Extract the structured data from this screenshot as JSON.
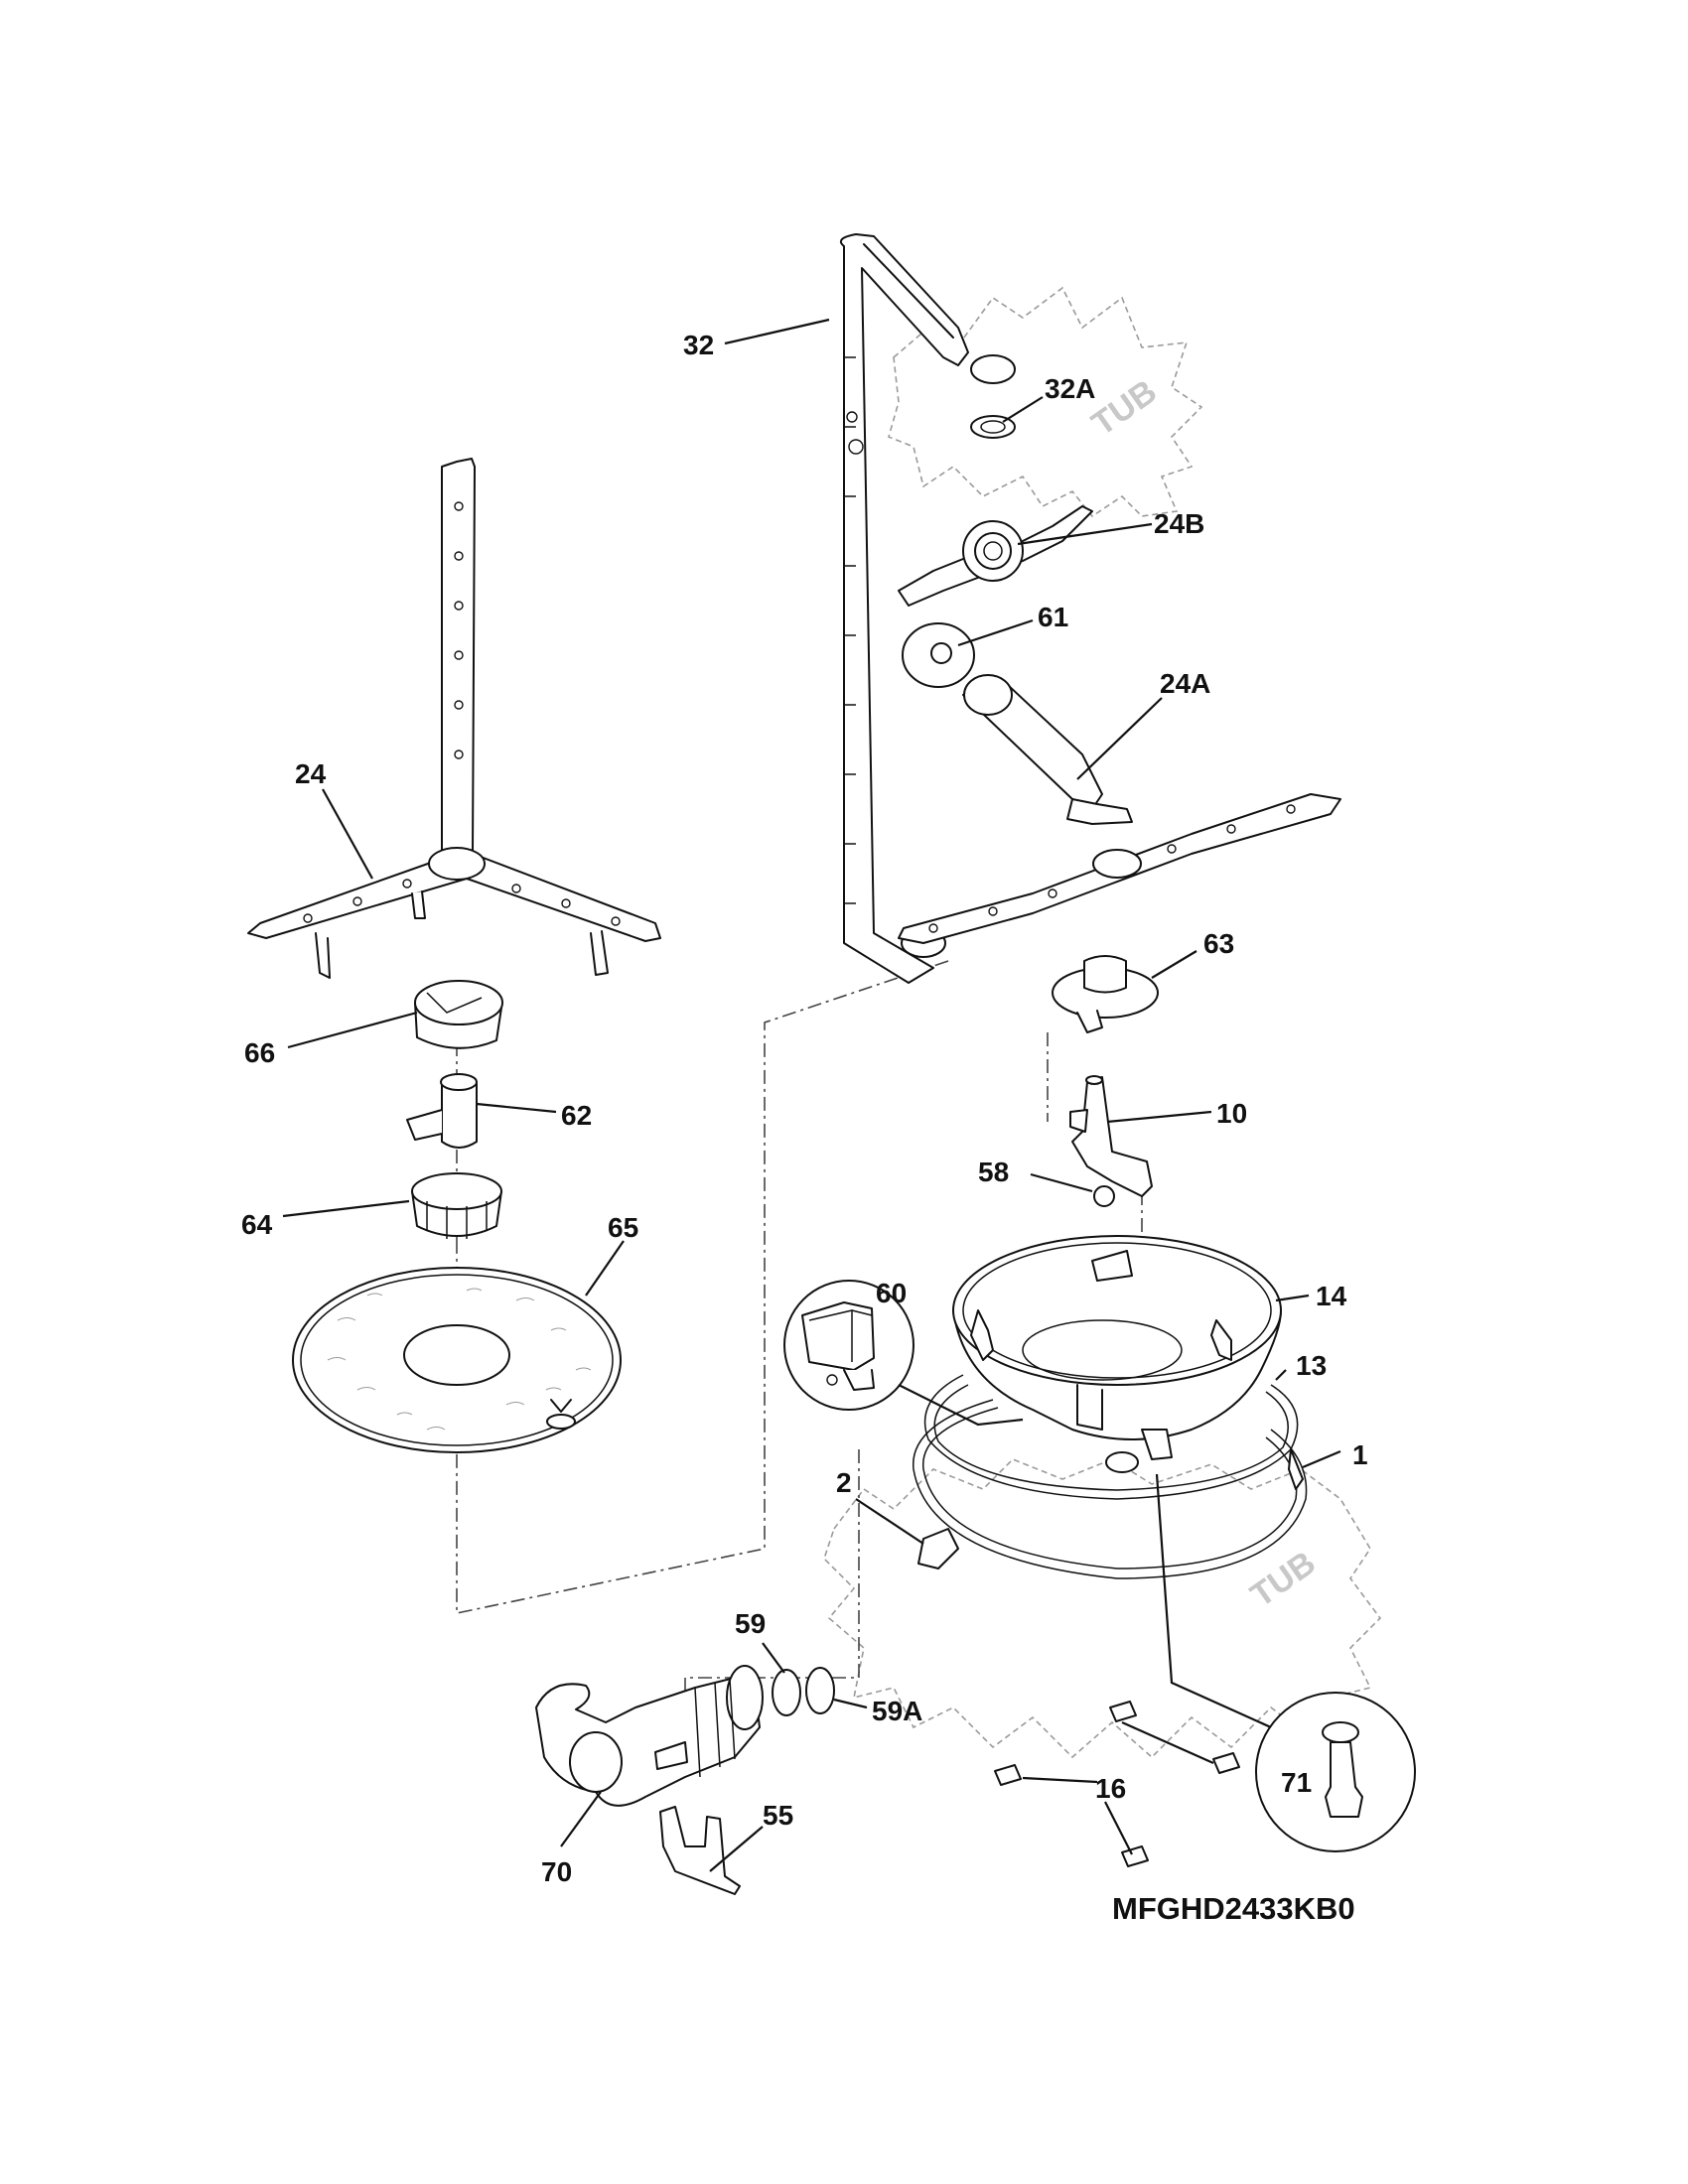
{
  "model_number": "MFGHD2433KB0",
  "tub_label": "TUB",
  "callouts": {
    "c32": "32",
    "c32a": "32A",
    "c24b": "24B",
    "c61": "61",
    "c24a": "24A",
    "c24": "24",
    "c66": "66",
    "c62": "62",
    "c64": "64",
    "c65": "65",
    "c63": "63",
    "c10": "10",
    "c58": "58",
    "c60": "60",
    "c14": "14",
    "c13": "13",
    "c1": "1",
    "c2": "2",
    "c59": "59",
    "c59a": "59A",
    "c70": "70",
    "c55": "55",
    "c16": "16",
    "c71": "71"
  }
}
